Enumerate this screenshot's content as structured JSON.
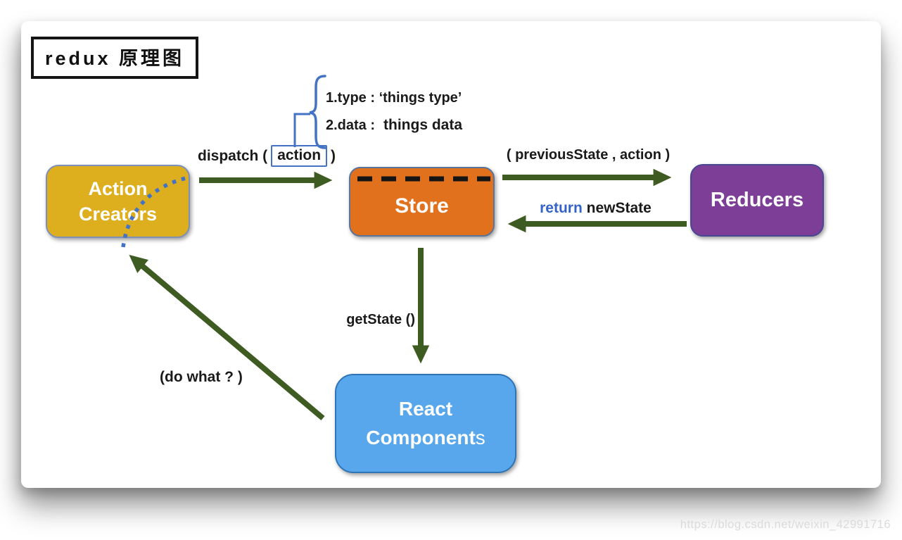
{
  "title": "redux 原理图",
  "watermark": "https://blog.csdn.net/weixin_42991716",
  "annotation": {
    "line1": "1.type : ‘things type’",
    "line2_label": "2.data :",
    "line2_value": "things data"
  },
  "nodes": {
    "action_creators": {
      "line1": "Action",
      "line2": "Creators"
    },
    "store": {
      "label": "Store"
    },
    "reducers": {
      "label": "Reducers"
    },
    "react_components": {
      "line1": "React",
      "line2_main": "Component",
      "line2_suffix": "s"
    }
  },
  "edges": {
    "dispatch": {
      "prefix": "dispatch (",
      "boxed": "action",
      "suffix": ")"
    },
    "store_to_reducers": {
      "label": "( previousState , action )"
    },
    "reducers_to_store": {
      "keyword": "return",
      "rest": "newState"
    },
    "store_to_react": {
      "label": "getState ()"
    },
    "react_to_action": {
      "label": "(do what ? )"
    }
  },
  "colors": {
    "action_creators_fill": "#DDAF1F",
    "store_fill": "#E2711E",
    "reducers_fill": "#7D3E98",
    "react_components_fill": "#58A6EB",
    "arrow_green": "#3E5B22",
    "accent_blue": "#4472C4",
    "dashed_line_black": "#141414"
  }
}
